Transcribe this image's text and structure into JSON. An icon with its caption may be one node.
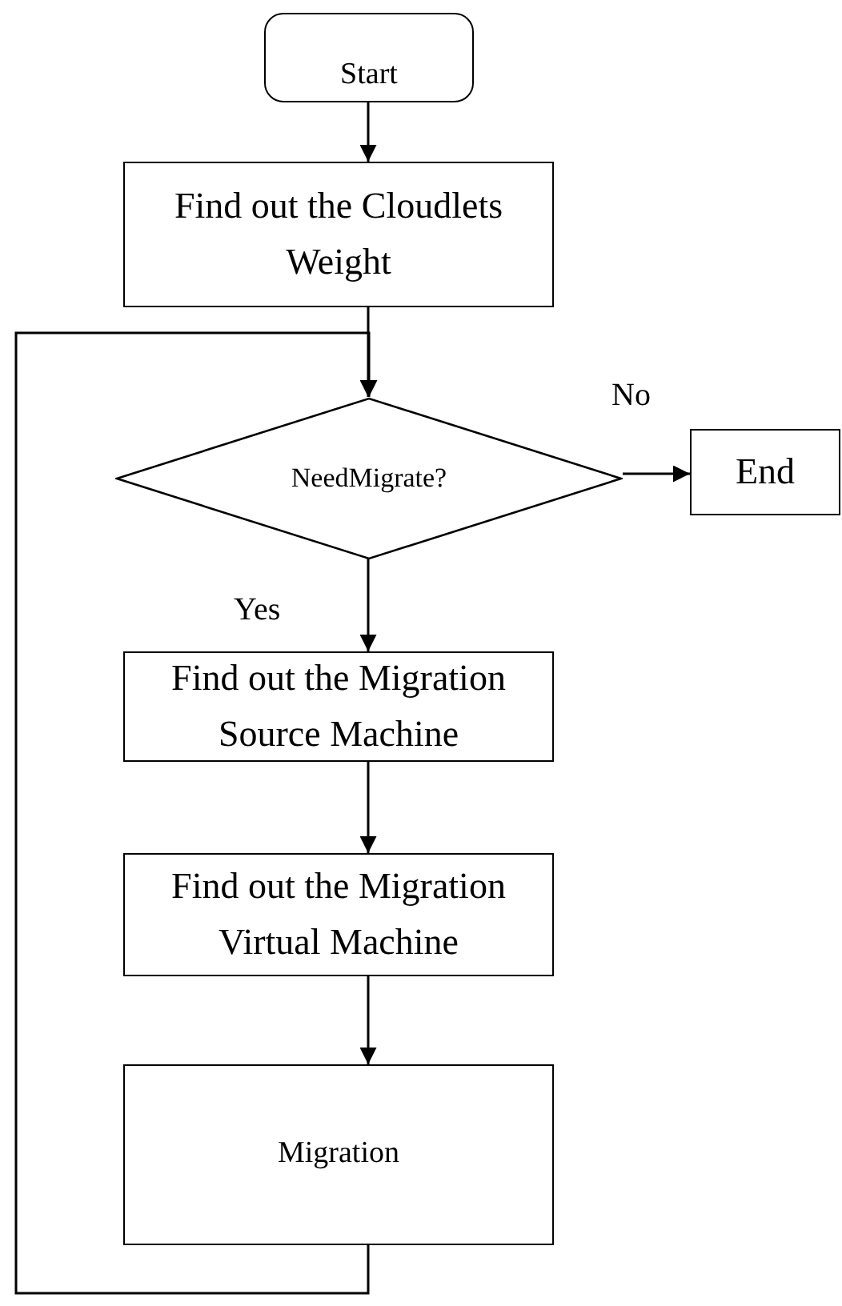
{
  "diagram": {
    "nodes": [
      {
        "text": [
          "Start"
        ]
      },
      {
        "text": [
          "Find out the Cloudlets Weight"
        ]
      },
      {
        "text": [
          "NeedMigrate?"
        ]
      },
      {
        "text": [
          "End"
        ]
      },
      {
        "text": [
          "Find out the Migration Source Machine"
        ]
      },
      {
        "text": [
          "Find out the Migration Virtual  Machine"
        ]
      },
      {
        "text": [
          "Migration"
        ]
      }
    ],
    "edges": [
      {
        "from": 0,
        "to": 1,
        "arrow": "to"
      },
      {
        "from": 1,
        "to": 2,
        "arrow": "to"
      },
      {
        "from": 2,
        "to": 3,
        "label": "No",
        "arrow": "to"
      },
      {
        "from": 2,
        "to": 4,
        "label": "Yes",
        "arrow": "to"
      },
      {
        "from": 4,
        "to": 5,
        "arrow": "to"
      },
      {
        "from": 5,
        "to": 6,
        "arrow": "to"
      },
      {
        "from": 6,
        "to": 2,
        "arrow": "to"
      }
    ]
  }
}
